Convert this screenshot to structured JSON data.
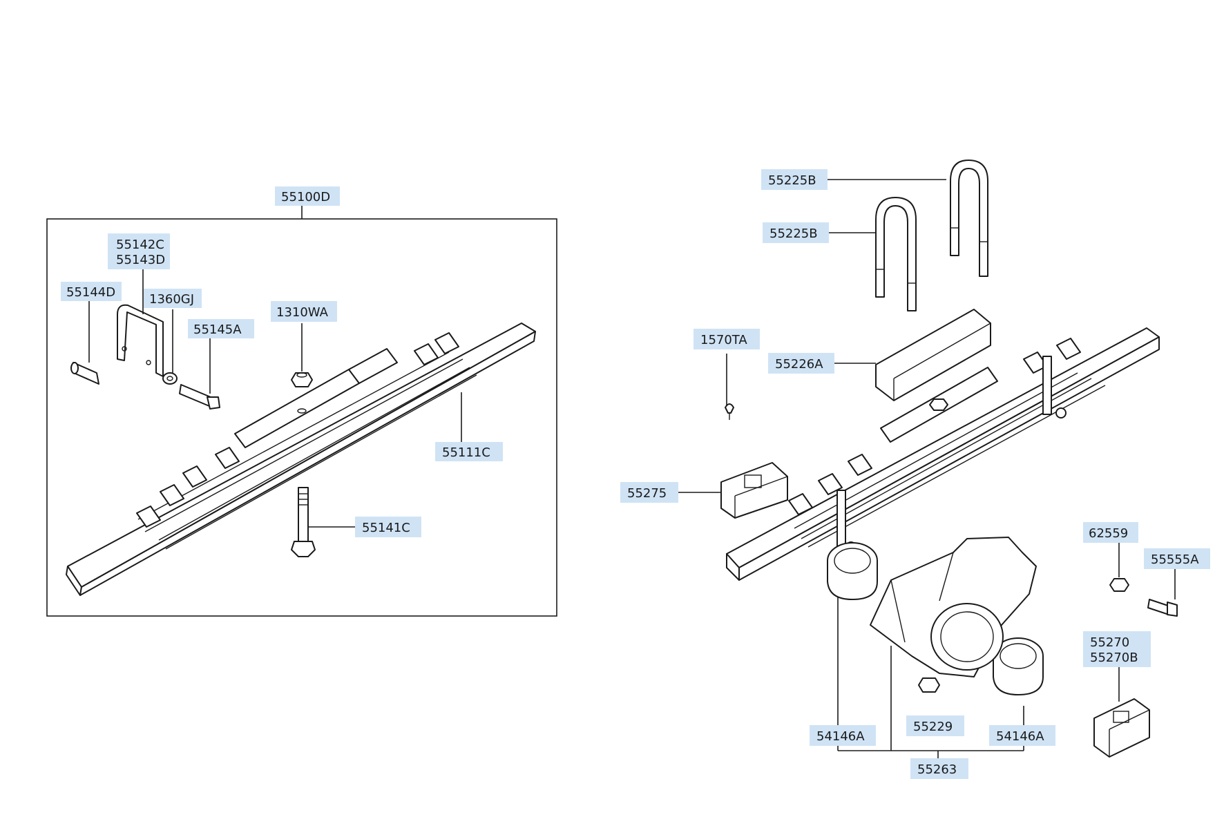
{
  "labels": {
    "assy": "55100D",
    "shackle_1": "55142C",
    "shackle_2": "55143D",
    "pin": "55144D",
    "washer": "1360GJ",
    "bolt_eye": "55145A",
    "nut_center": "1310WA",
    "spring_leaf": "55111C",
    "center_bolt": "55141C",
    "ubolt_rear": "55225B",
    "ubolt_front": "55225B",
    "grease": "1570TA",
    "spacer": "55226A",
    "seat": "55275",
    "bushing_left": "54146A",
    "bracket": "55263",
    "nut_small": "55229",
    "bushing_right": "54146A",
    "nut_62559": "62559",
    "bolt_55555": "55555A",
    "bumper_1": "55270",
    "bumper_2": "55270B"
  }
}
